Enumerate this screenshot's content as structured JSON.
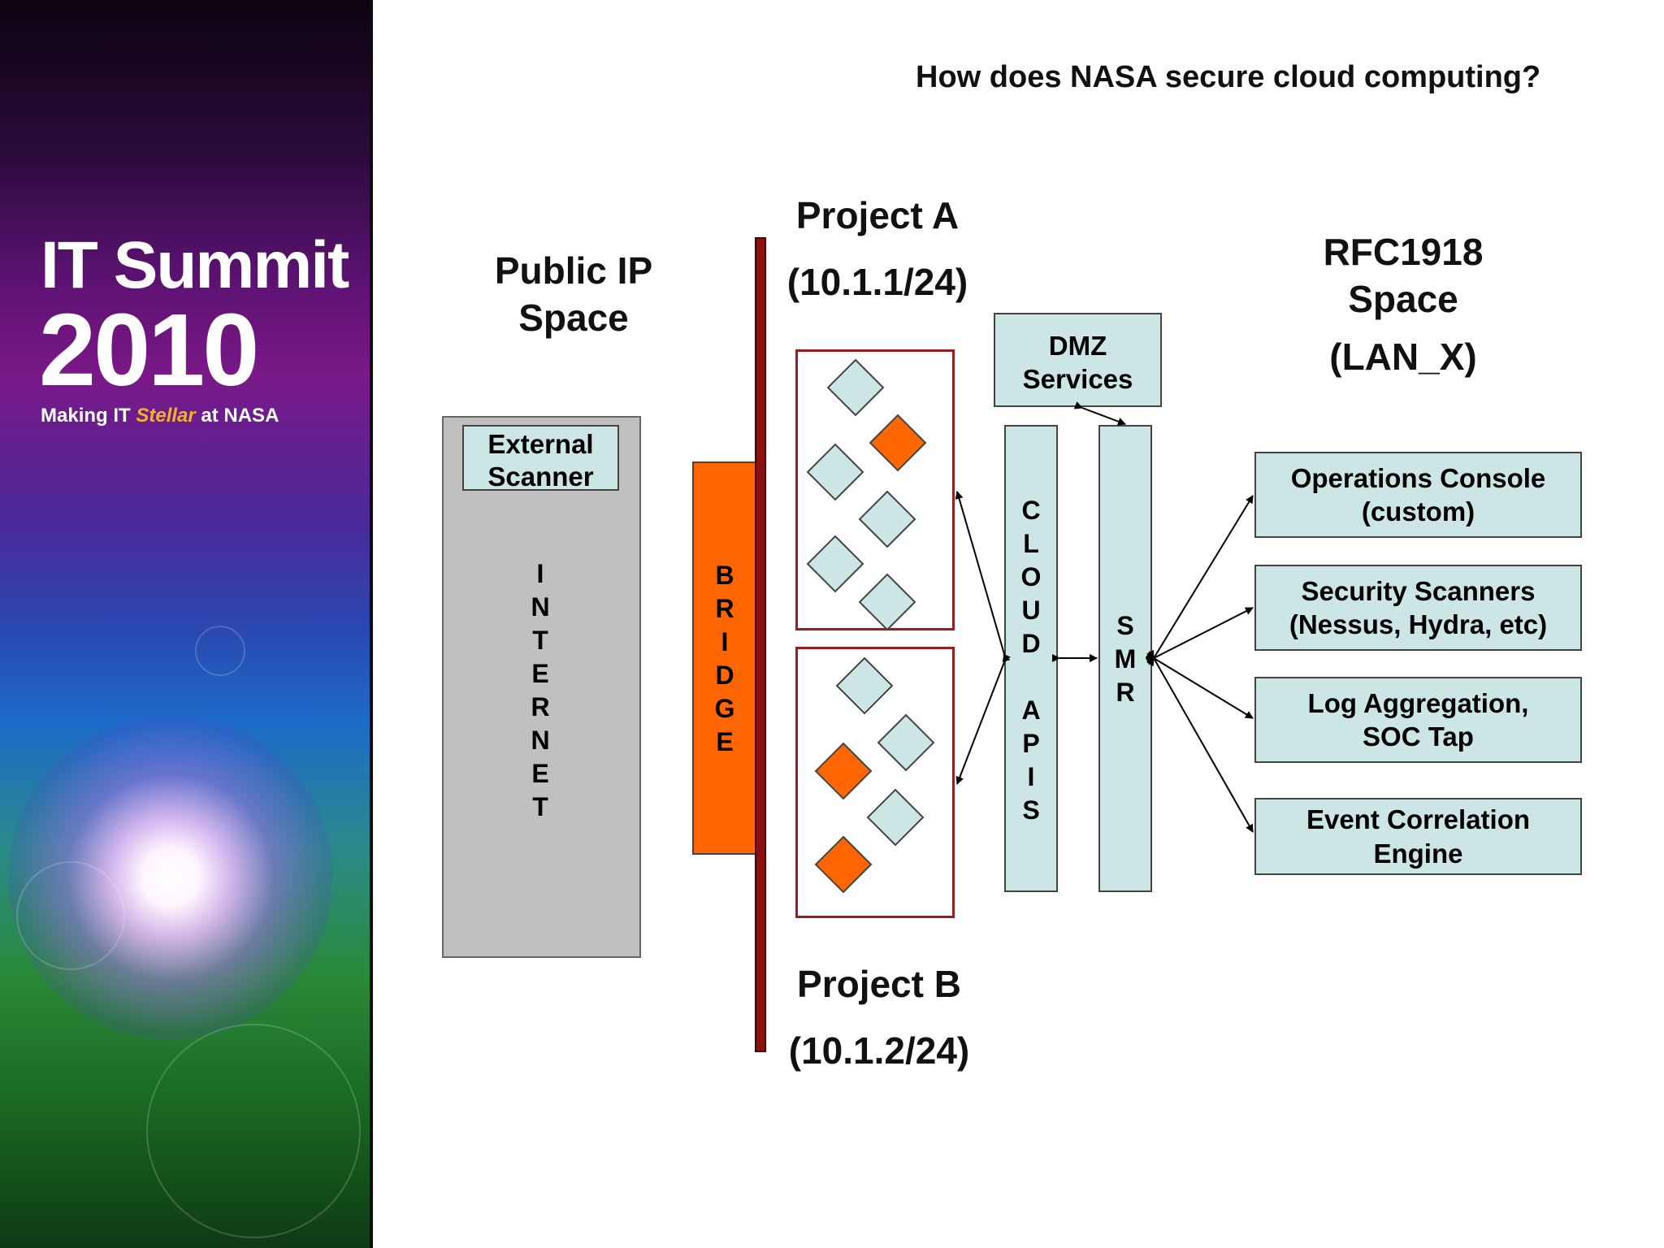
{
  "sidebar": {
    "event_title": "IT Summit",
    "event_year": "2010",
    "tagline_prefix": "Making IT ",
    "tagline_highlight": "Stellar",
    "tagline_suffix": " at NASA"
  },
  "slide": {
    "title": "How does NASA secure cloud computing?"
  },
  "diagram": {
    "public_ip_label": [
      "Public IP",
      "Space"
    ],
    "external_scanner": [
      "External",
      "Scanner"
    ],
    "internet_letters": [
      "I",
      "N",
      "T",
      "E",
      "R",
      "N",
      "E",
      "T"
    ],
    "bridge_letters": [
      "B",
      "R",
      "I",
      "D",
      "G",
      "E"
    ],
    "project_a": {
      "name": "Project A",
      "subnet": "(10.1.1/24)"
    },
    "project_b": {
      "name": "Project B",
      "subnet": "(10.1.2/24)"
    },
    "dmz": [
      "DMZ",
      "Services"
    ],
    "cloud_api_letters": [
      "C",
      "L",
      "O",
      "U",
      "D",
      "",
      "A",
      "P",
      "I",
      "S"
    ],
    "smr_letters": [
      "S",
      "M",
      "R"
    ],
    "rfc_label": [
      "RFC1918",
      "Space"
    ],
    "lan_label": "(LAN_X)",
    "services": [
      [
        "Operations Console",
        "(custom)"
      ],
      [
        "Security Scanners",
        "(Nessus, Hydra, etc)"
      ],
      [
        "Log Aggregation,",
        "SOC Tap"
      ],
      [
        "Event Correlation",
        "Engine"
      ]
    ]
  },
  "colors": {
    "bridge": "#ff6600",
    "box_fill": "#cce6e6",
    "project_border": "#9b1c1c",
    "red_bar": "#8b1010",
    "internet_box": "#c0c0c0"
  }
}
